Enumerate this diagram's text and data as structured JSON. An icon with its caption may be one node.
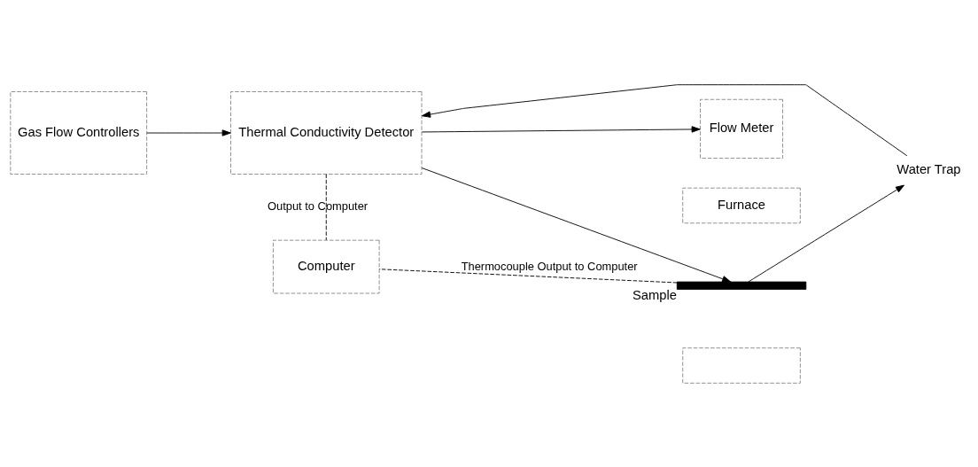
{
  "diagram": {
    "nodes": [
      {
        "text": [
          "Computer"
        ]
      },
      {
        "text": [
          "Flow Meter"
        ]
      },
      {
        "text": [
          "Gas Flow Controllers"
        ]
      },
      {
        "text": [
          "Thermal Conductivity Detector"
        ]
      },
      {
        "text": [
          "Furnace"
        ]
      },
      {
        "text": [
          "Sample"
        ]
      },
      {
        "text": [],
        "shape": "box"
      },
      {
        "text": [
          "Water Trap"
        ]
      }
    ],
    "edges": [
      {
        "from": 2,
        "to": 3,
        "arrow": "to"
      },
      {
        "from": 3,
        "to": 5,
        "arrow": "to"
      },
      {
        "from": 5,
        "to": 7,
        "arrow": "to"
      },
      {
        "from": 7,
        "to": 3,
        "arrow": "to"
      },
      {
        "from": 3,
        "to": 1,
        "arrow": "to"
      },
      {
        "from": 3,
        "to": 0,
        "arrow": "none",
        "style": "dashed",
        "label": "Output to Computer"
      },
      {
        "from": 5,
        "to": 0,
        "arrow": "none",
        "style": "dashed",
        "label": "Thermocouple Output to Computer"
      }
    ]
  }
}
